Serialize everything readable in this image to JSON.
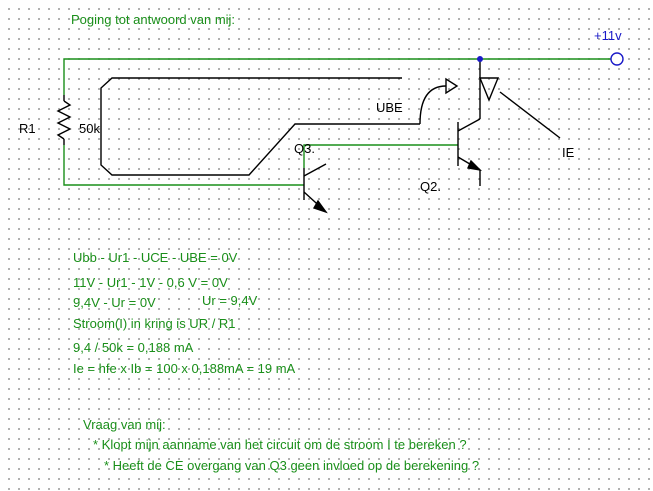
{
  "title": "Poging tot antwoord van mij:",
  "supply_label": "+11v",
  "labels": {
    "r1": "R1",
    "r1_value": "50k",
    "ube": "UBE",
    "q3": "Q3.",
    "q2": "Q2.",
    "ie": "IE"
  },
  "equations": [
    "Ubb - Ur1 - UCE - UBE = 0V",
    "11V - Ur1 - 1V - 0,6 V = 0V",
    "9,4V - Ur = 0V",
    "Stroom(I) in kring is UR / R1",
    "9,4 / 50k  = 0,188 mA",
    "Ie = hfe x Ib = 100 x 0,188mA = 19 mA"
  ],
  "equation_aside": "Ur = 9,4V",
  "question": {
    "heading": "Vraag van mij:",
    "lines": [
      "* Klopt mijn aanname van het circuit om de stroom I te bereken ?",
      "* Heeft de CE overgang van Q3 geen invloed op de berekening ?"
    ]
  },
  "colors": {
    "wire": "#1a8f1a",
    "annotation": "#1a1ac8",
    "component": "#000000",
    "node": "#1a1ac8",
    "background": "#ffffff"
  }
}
